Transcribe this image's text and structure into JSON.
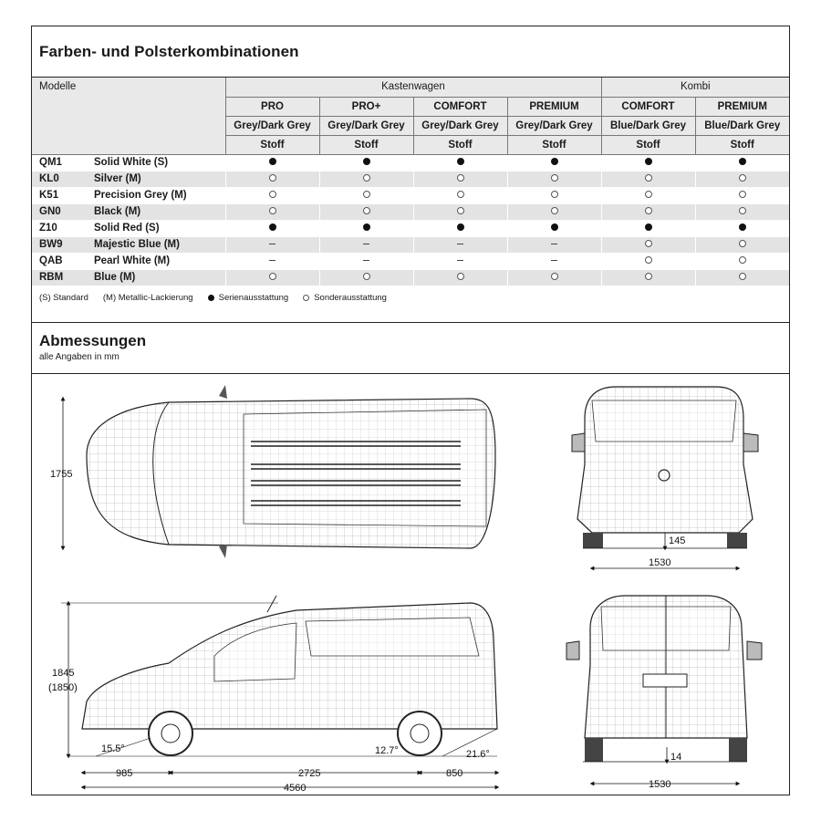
{
  "section_colors": {
    "title": "Farben- und Polsterkombinationen",
    "modelle_label": "Modelle",
    "groups": [
      "Kastenwagen",
      "Kombi"
    ],
    "columns": [
      {
        "trim": "PRO",
        "color": "Grey/Dark Grey",
        "upholstery": "Stoff"
      },
      {
        "trim": "PRO+",
        "color": "Grey/Dark Grey",
        "upholstery": "Stoff"
      },
      {
        "trim": "COMFORT",
        "color": "Grey/Dark Grey",
        "upholstery": "Stoff"
      },
      {
        "trim": "PREMIUM",
        "color": "Grey/Dark Grey",
        "upholstery": "Stoff"
      },
      {
        "trim": "COMFORT",
        "color": "Blue/Dark Grey",
        "upholstery": "Stoff"
      },
      {
        "trim": "PREMIUM",
        "color": "Blue/Dark Grey",
        "upholstery": "Stoff"
      }
    ],
    "rows": [
      {
        "code": "QM1",
        "name": "Solid White (S)",
        "marks": [
          "full",
          "full",
          "full",
          "full",
          "full",
          "full"
        ]
      },
      {
        "code": "KL0",
        "name": "Silver (M)",
        "marks": [
          "open",
          "open",
          "open",
          "open",
          "open",
          "open"
        ]
      },
      {
        "code": "K51",
        "name": "Precision Grey (M)",
        "marks": [
          "open",
          "open",
          "open",
          "open",
          "open",
          "open"
        ]
      },
      {
        "code": "GN0",
        "name": "Black (M)",
        "marks": [
          "open",
          "open",
          "open",
          "open",
          "open",
          "open"
        ]
      },
      {
        "code": "Z10",
        "name": "Solid Red (S)",
        "marks": [
          "full",
          "full",
          "full",
          "full",
          "full",
          "full"
        ]
      },
      {
        "code": "BW9",
        "name": "Majestic Blue (M)",
        "marks": [
          "dash",
          "dash",
          "dash",
          "dash",
          "open",
          "open"
        ]
      },
      {
        "code": "QAB",
        "name": "Pearl White (M)",
        "marks": [
          "dash",
          "dash",
          "dash",
          "dash",
          "open",
          "open"
        ]
      },
      {
        "code": "RBM",
        "name": "Blue (M)",
        "marks": [
          "open",
          "open",
          "open",
          "open",
          "open",
          "open"
        ]
      }
    ],
    "legend": {
      "standard": "(S) Standard",
      "metallic": "(M) Metallic-Lackierung",
      "serie": "Serienausstattung",
      "sonder": "Sonderausstattung"
    }
  },
  "section_dims": {
    "title": "Abmessungen",
    "subtitle": "alle Angaben in mm",
    "top_width": "1755",
    "front_track": "1530",
    "front_ground": "145",
    "side_height": "1845",
    "side_height_alt": "(1850)",
    "approach_angle": "15.5°",
    "ramp_angle": "12.7°",
    "departure_angle": "21.6°",
    "front_overhang": "985",
    "wheelbase": "2725",
    "rear_overhang": "850",
    "length": "4560",
    "rear_ground": "14",
    "rear_track": "1530"
  }
}
